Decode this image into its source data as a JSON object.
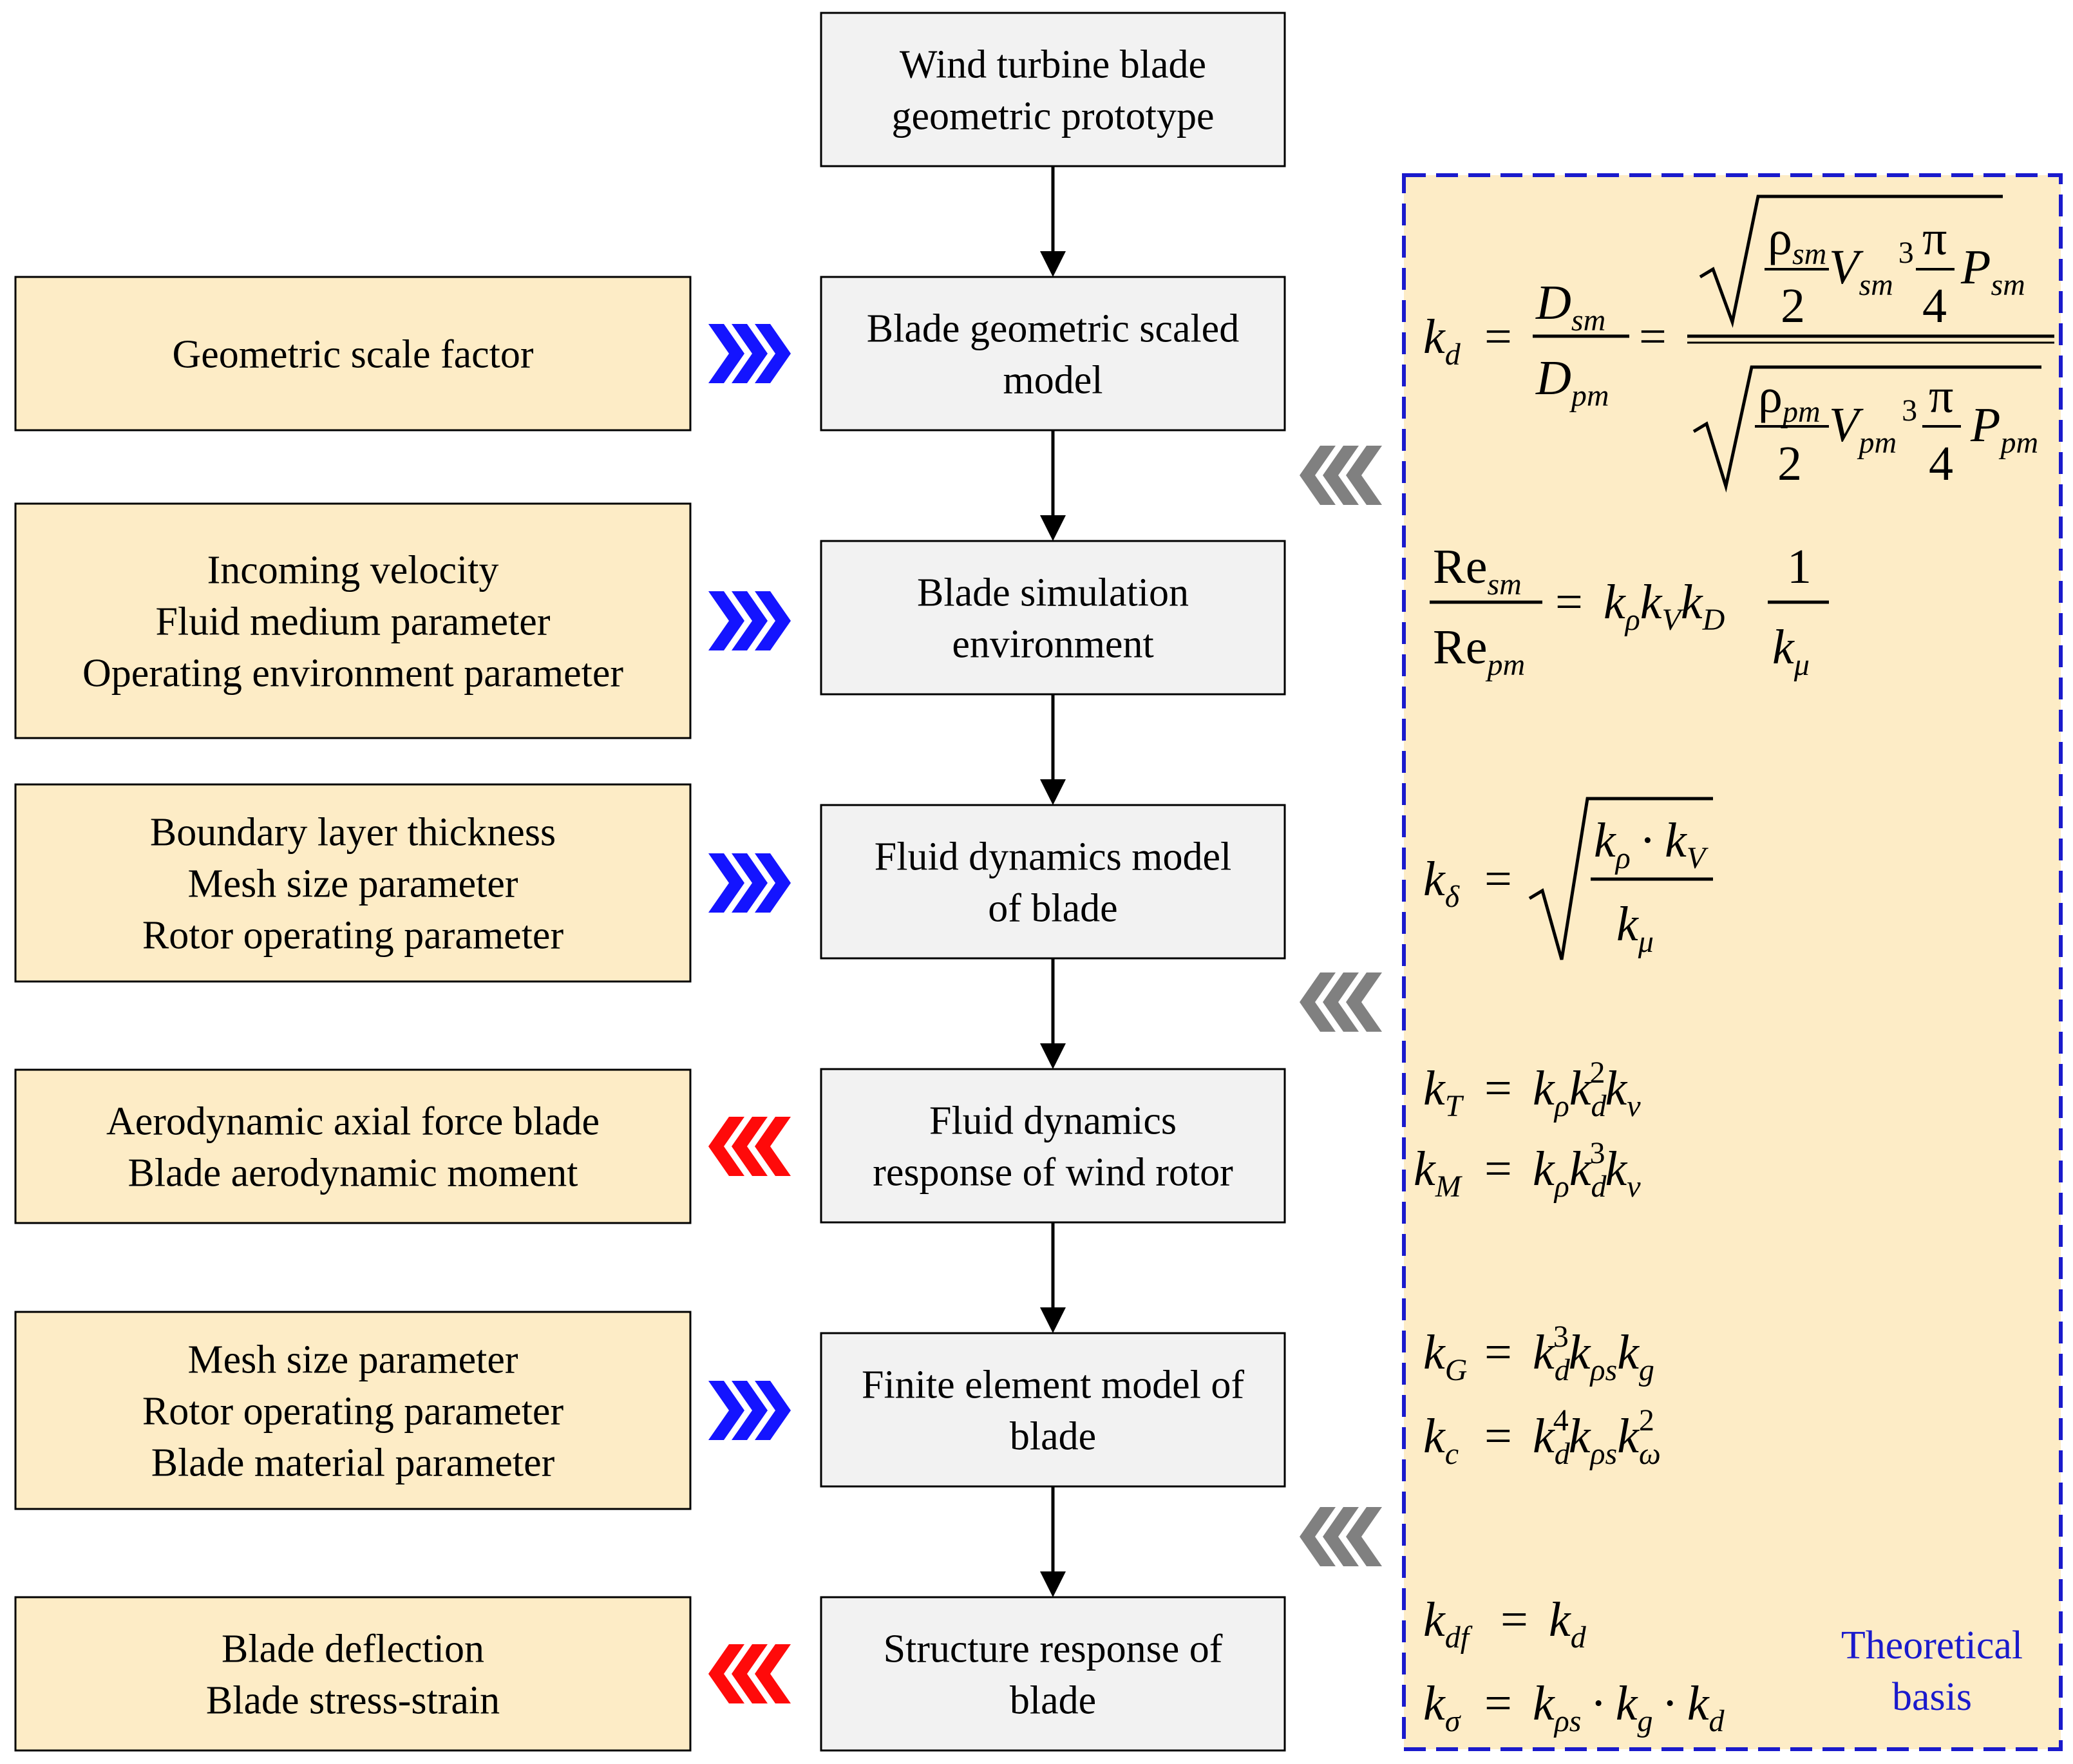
{
  "colors": {
    "param_fill": "#fdecc6",
    "process_fill": "#f2f2f2",
    "theory_fill": "#fdecc6",
    "theory_border": "#1a1acc",
    "input_chevron": "#1414ff",
    "output_chevron": "#ff0a0a",
    "theory_chevron": "#808080",
    "arrow": "#000000"
  },
  "process_boxes": [
    {
      "lines": [
        "Wind turbine blade",
        "geometric prototype"
      ]
    },
    {
      "lines": [
        "Blade geometric scaled",
        "model"
      ]
    },
    {
      "lines": [
        "Blade simulation",
        "environment"
      ]
    },
    {
      "lines": [
        "Fluid dynamics model",
        "of blade"
      ]
    },
    {
      "lines": [
        "Fluid dynamics",
        "response of wind rotor"
      ]
    },
    {
      "lines": [
        "Finite element model of",
        "blade"
      ]
    },
    {
      "lines": [
        "Structure response of",
        "blade"
      ]
    }
  ],
  "param_boxes": [
    {
      "lines": [
        "Geometric scale factor"
      ],
      "direction": "input",
      "row": 1
    },
    {
      "lines": [
        "Incoming velocity",
        "Fluid medium parameter",
        "Operating environment parameter"
      ],
      "direction": "input",
      "row": 2
    },
    {
      "lines": [
        "Boundary layer thickness",
        "Mesh size parameter",
        "Rotor operating parameter"
      ],
      "direction": "input",
      "row": 3
    },
    {
      "lines": [
        "Aerodynamic axial force blade",
        "Blade aerodynamic moment"
      ],
      "direction": "output",
      "row": 4
    },
    {
      "lines": [
        "Mesh size parameter",
        "Rotor operating parameter",
        "Blade material parameter"
      ],
      "direction": "input",
      "row": 5
    },
    {
      "lines": [
        "Blade deflection",
        "Blade stress-strain"
      ],
      "direction": "output",
      "row": 6
    }
  ],
  "theory": {
    "label_lines": [
      "Theoretical",
      "basis"
    ]
  },
  "math_text": {
    "k": "k",
    "d": "d",
    "D": "D",
    "sm": "sm",
    "pm": "pm",
    "rho": "ρ",
    "two": "2",
    "V": "V",
    "three": "3",
    "pi": "π",
    "four": "4",
    "P": "P",
    "Re": "Re",
    "one": "1",
    "mu": "μ",
    "delta": "δ",
    "dot": "·",
    "T": "T",
    "M": "M",
    "v": "v",
    "G": "G",
    "rho_s": "ρs",
    "g": "g",
    "c": "c",
    "omega": "ω",
    "df": "df",
    "sigma": "σ",
    "eq": "=",
    "four_sup": "4"
  }
}
